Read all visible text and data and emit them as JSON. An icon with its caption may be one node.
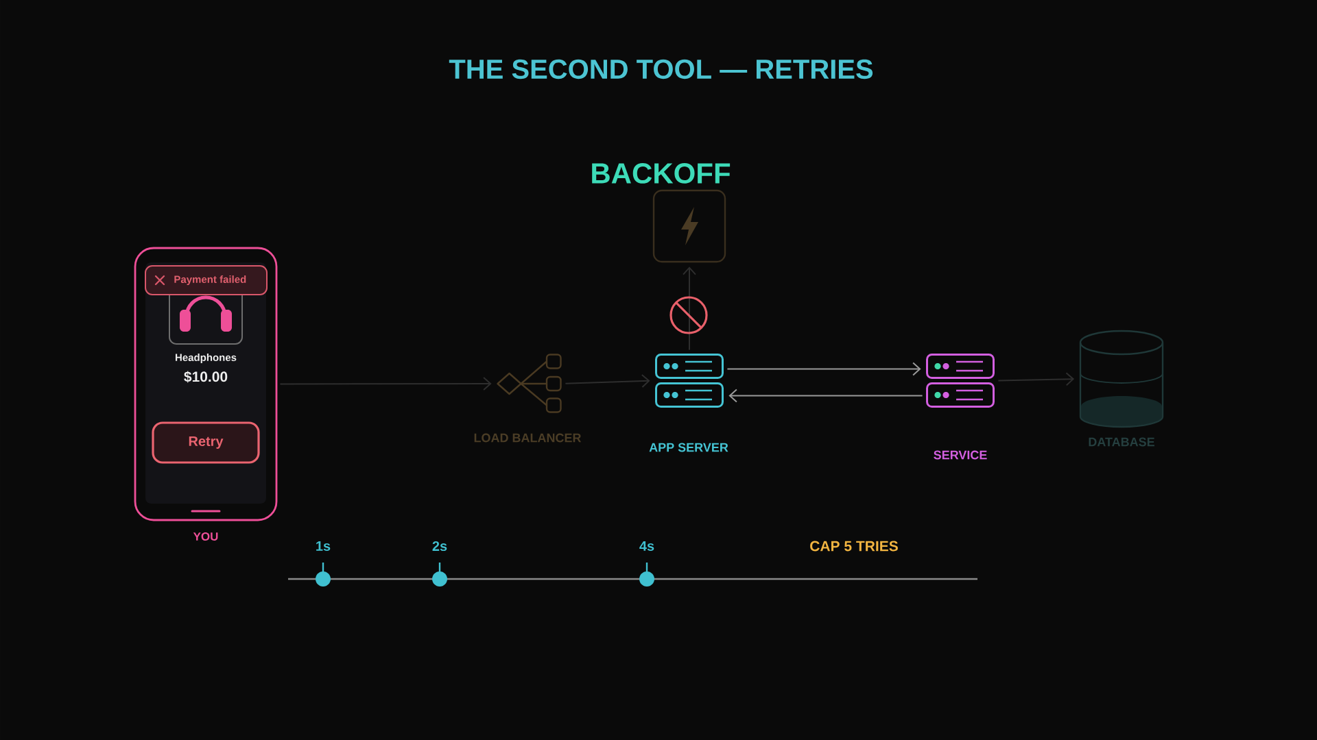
{
  "diagram": {
    "title": "THE SECOND TOOL — RETRIES",
    "nodes": [
      {
        "text": [
          "Headphones",
          "$10.00",
          "YOU"
        ]
      },
      {
        "text": [
          "Payment failed"
        ],
        "in": 0
      },
      {
        "text": [
          "Retry"
        ],
        "in": 0
      },
      {
        "text": [
          "LOAD BALANCER"
        ]
      },
      {
        "text": [],
        "shape": "box"
      },
      {
        "text": [
          "APP SERVER"
        ]
      },
      {
        "text": [
          "SERVICE"
        ]
      },
      {
        "text": [
          "DATABASE"
        ]
      }
    ],
    "edges": [
      {
        "from": 0,
        "to": 3,
        "arrow": "to"
      },
      {
        "from": 3,
        "to": 5,
        "arrow": "to"
      },
      {
        "from": 5,
        "to": 4,
        "arrow": "to"
      },
      {
        "from": 5,
        "to": 6,
        "arrow": "to",
        "color": "#9a9a9a"
      },
      {
        "from": 6,
        "to": 5,
        "arrow": "to",
        "color": "#9a9a9a"
      },
      {
        "from": 6,
        "to": 7,
        "arrow": "to"
      }
    ],
    "labels": [
      "BACKOFF",
      "1s",
      "2s",
      "4s",
      "CAP 5 TRIES"
    ]
  }
}
